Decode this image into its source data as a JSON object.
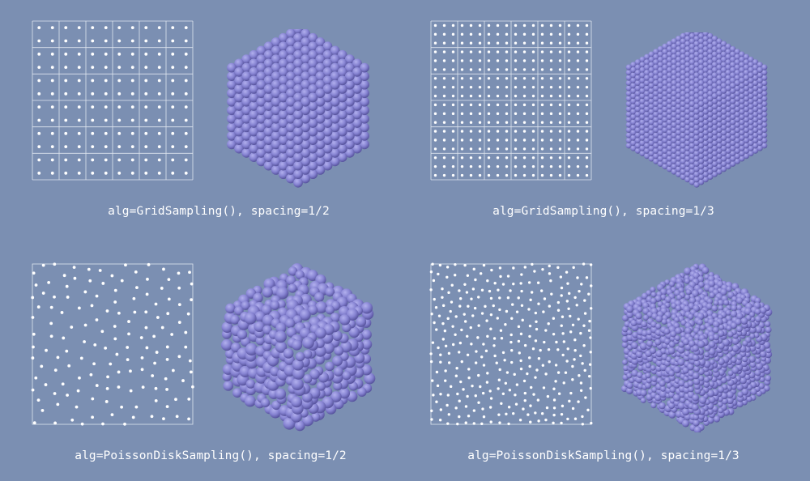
{
  "colors": {
    "background": "#7b8fb2",
    "points": "#ffffff",
    "grid_lines": "#dfe5ef",
    "sphere_light": "#b2b0ee",
    "sphere_mid": "#8683d2",
    "sphere_dark": "#54509a"
  },
  "panels": [
    {
      "id": "grid-half",
      "caption": "alg=GridSampling(), spacing=1/2",
      "algorithm": "grid",
      "grid_cells": 6,
      "points_per_cell": 2,
      "cube_spheres_per_edge": 10
    },
    {
      "id": "grid-third",
      "caption": "alg=GridSampling(), spacing=1/3",
      "algorithm": "grid",
      "grid_cells": 6,
      "points_per_cell": 3,
      "cube_spheres_per_edge": 16
    },
    {
      "id": "poisson-half",
      "caption": "alg=PoissonDiskSampling(), spacing=1/2",
      "algorithm": "poisson",
      "point_count": 150,
      "cube_spheres_per_edge": 10
    },
    {
      "id": "poisson-third",
      "caption": "alg=PoissonDiskSampling(), spacing=1/3",
      "algorithm": "poisson",
      "point_count": 340,
      "cube_spheres_per_edge": 16
    }
  ]
}
